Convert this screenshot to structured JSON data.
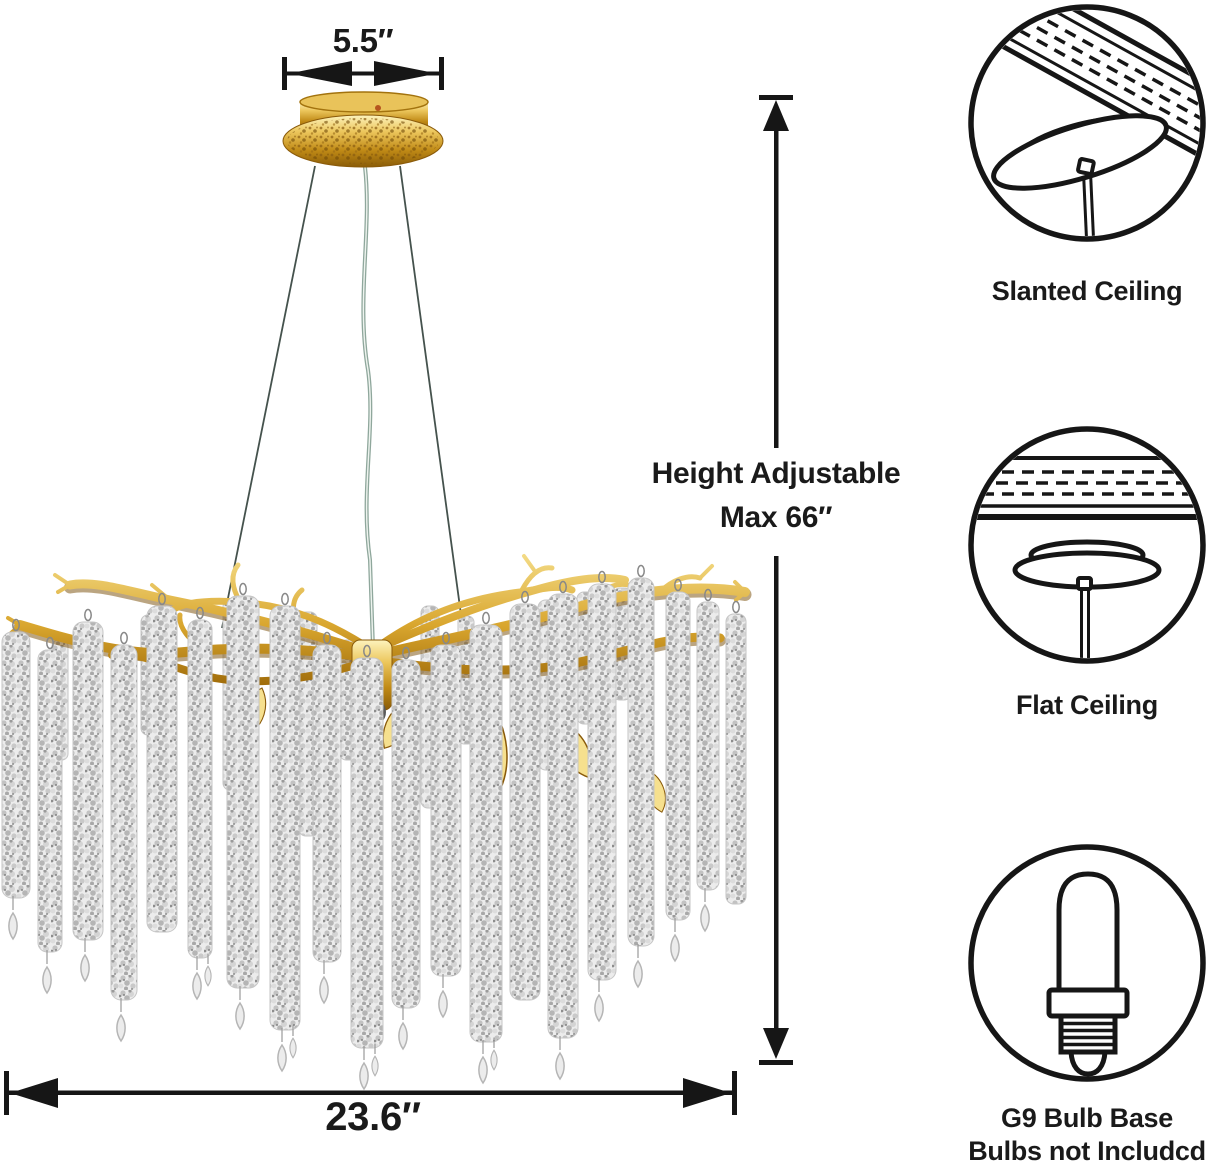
{
  "diagram": {
    "dimensions": {
      "canopy_width": "5.5″",
      "height_line1": "Height Adjustable",
      "height_line2": "Max 66″",
      "fixture_width": "23.6″"
    },
    "legend": {
      "slanted": "Slanted Ceiling",
      "flat": "Flat Ceiling",
      "g9_line1": "G9 Bulb Base",
      "g9_line2": "Bulbs not Includcd"
    },
    "icons": [
      {
        "name": "slanted-ceiling-icon",
        "label": "Slanted Ceiling"
      },
      {
        "name": "flat-ceiling-icon",
        "label": "Flat Ceiling"
      },
      {
        "name": "g9-bulb-icon",
        "label": "G9 Bulb Base Bulbs not Includcd"
      }
    ],
    "colors": {
      "background": "#ffffff",
      "line": "#161616",
      "text": "#1a1a1a",
      "gold": "#c8921e",
      "gold_light": "#f6e08e",
      "gold_dark": "#7a4e06",
      "crystal": "#cfcfcf",
      "cable": "#45524d"
    }
  }
}
